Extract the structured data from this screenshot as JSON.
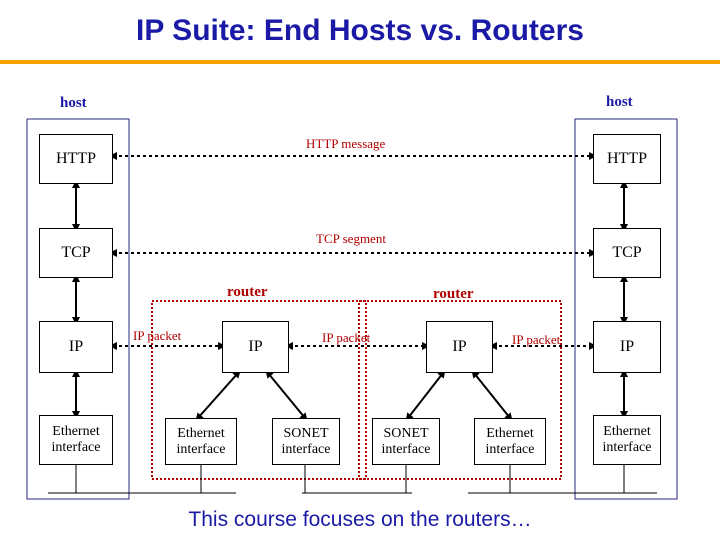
{
  "title": "IP Suite: End Hosts vs. Routers",
  "labels": {
    "host_left": "host",
    "host_right": "host",
    "router_left": "router",
    "router_right": "router"
  },
  "layers": {
    "http": "HTTP",
    "tcp": "TCP",
    "ip": "IP",
    "ethernet_interface": "Ethernet interface",
    "sonet_interface": "SONET interface"
  },
  "messages": {
    "http": "HTTP message",
    "tcp": "TCP segment",
    "ip_1": "IP packet",
    "ip_2": "IP packet",
    "ip_3": "IP packet"
  },
  "footer": "This course focuses on the routers…",
  "colors": {
    "title": "#1a1aa6",
    "accent_rule": "#f5a300",
    "router_outline": "#b00000",
    "host_outline": "#2a2a80"
  }
}
